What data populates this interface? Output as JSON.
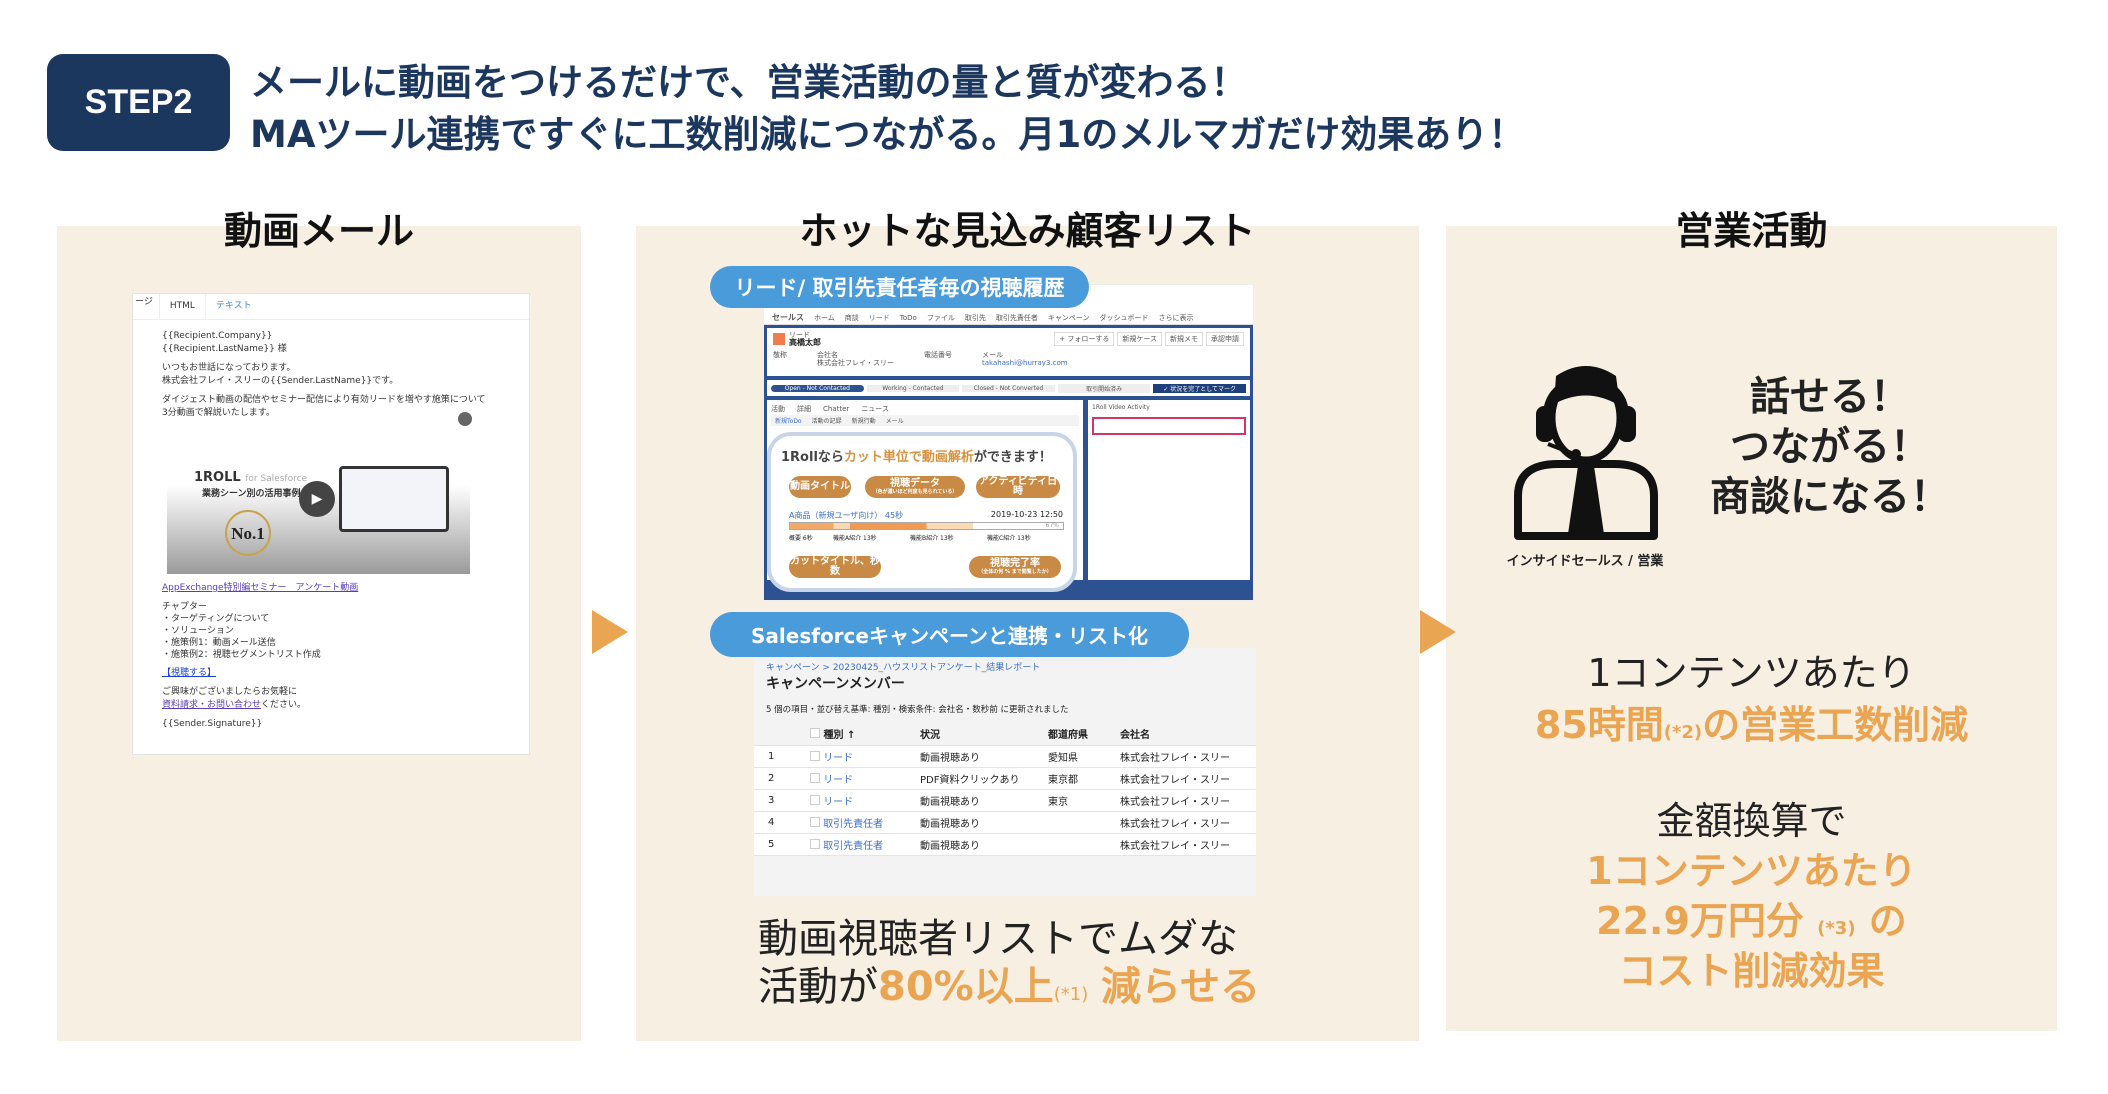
{
  "header": {
    "badge": "STEP2",
    "line1": "メールに動画をつけるだけで、営業活動の量と質が変わる！",
    "line2": "MAツール連携ですぐに工数削減につながる。月1のメルマガだけ効果あり！"
  },
  "colors": {
    "navy": "#1c375e",
    "panel": "#f8efe3",
    "accent": "#eaa553",
    "pill": "#4a9bda"
  },
  "columns": {
    "email": {
      "title": "動画メール",
      "tab_prefix": "ージ",
      "tabs": [
        "HTML",
        "テキスト"
      ],
      "lines": [
        "{{Recipient.Company}}",
        "{{Recipient.LastName}} 様",
        "いつもお世話になっております。",
        "株式会社フレイ・スリーの{{Sender.LastName}}です。",
        "ダイジェスト動画の配信やセミナー配信により有効リードを増やす施策について",
        "3分動画で解説いたします。"
      ],
      "video": {
        "brand": "1ROLL",
        "brand_sub": "for Salesforce",
        "subtitle": "業務シーン別の活用事例",
        "award": "No.1",
        "play_icon": "play-icon"
      },
      "video_link": "AppExchange特別編セミナー　アンケート動画",
      "chapter_title": "チャプター",
      "chapters": [
        "・ターゲティングについて",
        "・ソリューション",
        "・施策例1：動画メール送信",
        "・施策例2：視聴セグメントリスト作成"
      ],
      "watch_link": "【視聴する】",
      "closing": "ご興味がございましたらお気軽に",
      "contact_link": "資料請求・お問い合わせ",
      "contact_suffix": "ください。",
      "signature": "{{Sender.Signature}}"
    },
    "list": {
      "title": "ホットな見込み顧客リスト",
      "pill1": "リード/ 取引先責任者毎の視聴履歴",
      "pill2": "Salesforceキャンペーンと連携・リスト化",
      "crm": {
        "app": "セールス",
        "nav": [
          "ホーム",
          "商談",
          "リード",
          "ToDo",
          "ファイル",
          "取引先",
          "取引先責任者",
          "キャンペーン",
          "ダッシュボード",
          "さらに表示"
        ],
        "record_type": "リード",
        "record_name": "高橋太郎",
        "actions": [
          "+ フォローする",
          "新規ケース",
          "新規メモ",
          "承認申請"
        ],
        "fields": [
          "敬称",
          "会社名",
          "電話番号",
          "メール"
        ],
        "field_values": [
          "株式会社フレイ・スリー",
          "takahashi@hurray3.com"
        ],
        "stages": [
          "Open - Not Contacted",
          "Working - Contacted",
          "Closed - Not Converted",
          "取引開始済み"
        ],
        "mark_complete": "✓ 状況を完了としてマーク",
        "tabs": [
          "活動",
          "詳細",
          "Chatter",
          "ニュース"
        ],
        "subtabs": [
          "新規ToDo",
          "活動の記録",
          "新規行動",
          "メール"
        ],
        "activity_title": "1Roll Video Activity"
      },
      "callout": {
        "prefix": "1Rollなら",
        "highlight": "カット単位で動画解析",
        "suffix": "ができます！",
        "tags": {
          "title": "動画タイトル",
          "data": "視聴データ",
          "data_note": "（色が濃いほど何度も見られている）",
          "time": "アクティビティ日時",
          "cut": "カットタイトル、秒数",
          "rate": "視聴完了率",
          "rate_note": "（全体の何 % まで閲覧したか）"
        },
        "video_title": "A商品（新規ユーザ向け） 45秒",
        "datetime": "2019-10-23 12:50",
        "cuts": [
          "概要 6秒",
          "機能A紹介 13秒",
          "機能B紹介 13秒",
          "機能C紹介 13秒"
        ],
        "completion": "67%",
        "completion_value": 67
      },
      "table": {
        "breadcrumb": "キャンペーン > 20230425_ハウスリストアンケート_結果レポート",
        "title": "キャンペーンメンバー",
        "meta": "5 個の項目・並び替え基準: 種別・検索条件: 会社名・数秒前 に更新されました",
        "headers": [
          "種別 ↑",
          "状況",
          "都道府県",
          "会社名"
        ],
        "rows": [
          [
            "1",
            "リード",
            "動画視聴あり",
            "愛知県",
            "株式会社フレイ・スリー"
          ],
          [
            "2",
            "リード",
            "PDF資料クリックあり",
            "東京都",
            "株式会社フレイ・スリー"
          ],
          [
            "3",
            "リード",
            "動画視聴あり",
            "東京",
            "株式会社フレイ・スリー"
          ],
          [
            "4",
            "取引先責任者",
            "動画視聴あり",
            "",
            "株式会社フレイ・スリー"
          ],
          [
            "5",
            "取引先責任者",
            "動画視聴あり",
            "",
            "株式会社フレイ・スリー"
          ]
        ]
      },
      "result_line1": "動画視聴者リストでムダな",
      "result_prefix": "活動が",
      "result_highlight": "80%以上",
      "result_note": "(*1)",
      "result_suffix": "減らせる"
    },
    "sales": {
      "title": "営業活動",
      "icon": "call-center-agent-icon",
      "icon_caption": "インサイドセールス / 営業",
      "slogans": [
        "話せる！",
        "つながる！",
        "商談になる！"
      ],
      "stat1_line": "1コンテンツあたり",
      "stat1_value": "85時間",
      "stat1_note": "(*2)",
      "stat1_suffix": "の営業工数削減",
      "stat2_line": "金額換算で",
      "stat2_l2": "1コンテンツあたり",
      "stat2_value": "22.9万円分",
      "stat2_note": "(*3)",
      "stat2_suffix": "の",
      "stat2_l4": "コスト削減効果"
    }
  }
}
